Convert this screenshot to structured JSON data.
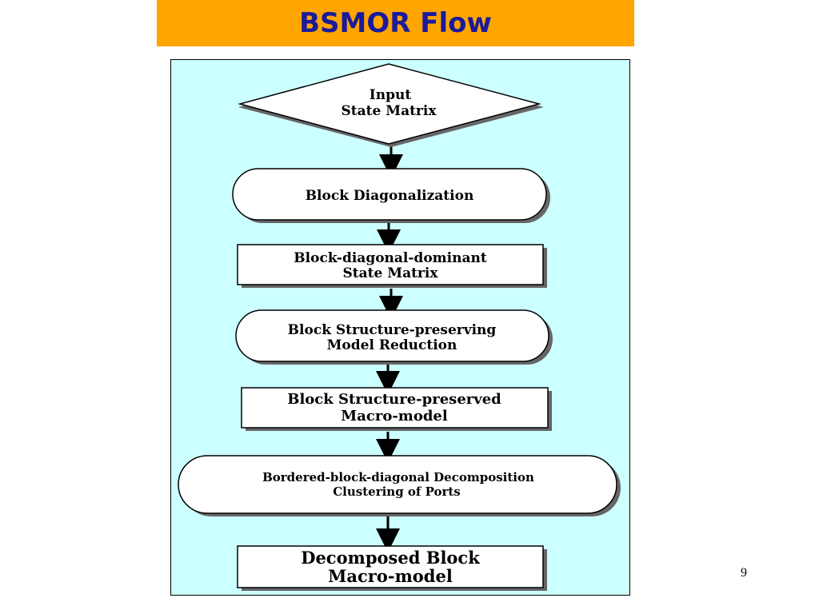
{
  "title": "BSMOR Flow",
  "page_number": "9",
  "nodes": {
    "input": [
      "Input",
      "State Matrix"
    ],
    "block_diag": [
      "Block Diagonalization"
    ],
    "bdd_matrix": [
      "Block-diagonal-dominant",
      "State Matrix"
    ],
    "bsp_reduction": [
      "Block Structure-preserving",
      "Model Reduction"
    ],
    "bsp_macro": [
      "Block Structure-preserved",
      "Macro-model"
    ],
    "bbd_decomp": [
      "Bordered-block-diagonal Decomposition",
      "Clustering of Ports"
    ],
    "decomposed": [
      "Decomposed Block",
      "Macro-model"
    ]
  },
  "colors": {
    "title_bg": "#ffa500",
    "title_text": "#1a1a9c",
    "panel_bg": "#ccffff"
  }
}
